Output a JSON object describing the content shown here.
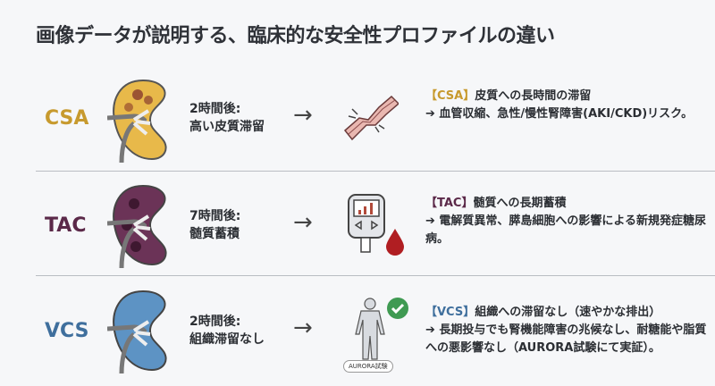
{
  "title": "画像データが説明する、臨床的な安全性プロファイルの違い",
  "colors": {
    "csa": "#c79a2e",
    "tac": "#5b2949",
    "vcs": "#3f6f9d",
    "check": "#3f9a52",
    "divider": "#b9bdc3"
  },
  "rows": [
    {
      "drug": "CSA",
      "time_line1": "2時間後:",
      "time_line2": "高い皮質滞留",
      "arrow": "→",
      "icon": "constricted-blood-vessel-icon",
      "tag": "【CSA】",
      "headline": "皮質への長時間の滞留",
      "detail": "➔ 血管収縮、急性/慢性腎障害(AKI/CKD)リスク。"
    },
    {
      "drug": "TAC",
      "time_line1": "7時間後:",
      "time_line2": "髄質蓄積",
      "arrow": "→",
      "icon": "glucose-meter-icon",
      "tag": "【TAC】",
      "headline": "髄質への長期蓄積",
      "detail": "➔ 電解質異常、膵島細胞への影響による新規発症糖尿病。"
    },
    {
      "drug": "VCS",
      "time_line1": "2時間後:",
      "time_line2": "組織滞留なし",
      "arrow": "→",
      "icon": "human-body-icon",
      "badge": "AURORA試験",
      "tag": "【VCS】",
      "headline": "組織への滞留なし（速やかな排出）",
      "detail": "➔ 長期投与でも腎機能障害の兆候なし、耐糖能や脂質への悪影響なし（AURORA試験にて実証）。"
    }
  ]
}
